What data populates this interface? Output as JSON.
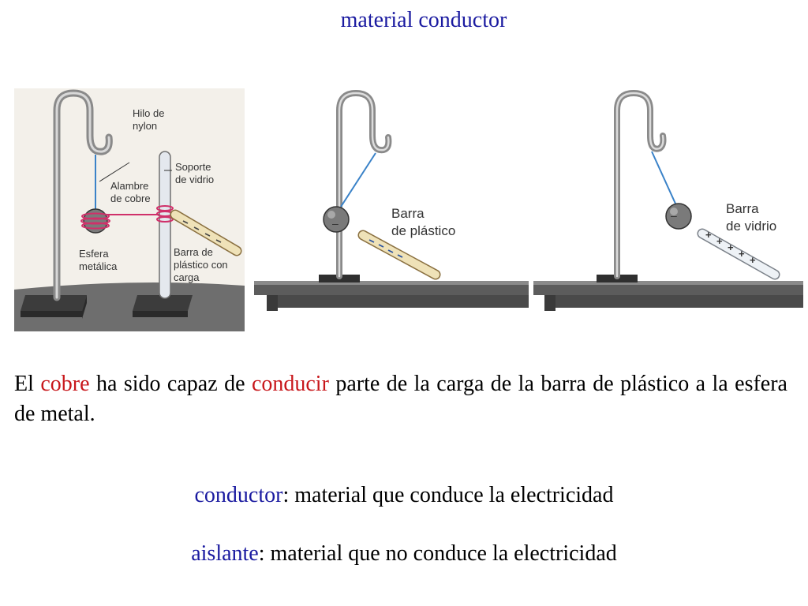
{
  "title": "material conductor",
  "colors": {
    "title": "#1a1aa0",
    "highlight": "#c8171b",
    "term": "#1a1aa0",
    "thread": "#3a82c8",
    "copper_wire": "#d0306a"
  },
  "figure1": {
    "labels": {
      "nylon_l1": "Hilo de",
      "nylon_l2": "nylon",
      "glass_support_l1": "Soporte",
      "glass_support_l2": "de vidrio",
      "copper_wire_l1": "Alambre",
      "copper_wire_l2": "de cobre",
      "sphere_l1": "Esfera",
      "sphere_l2": "metálica",
      "bar_l1": "Barra de",
      "bar_l2": "plástico con",
      "bar_l3": "carga"
    }
  },
  "figure2": {
    "labels": {
      "bar_l1": "Barra",
      "bar_l2": "de plástico"
    },
    "charge_sign": "–"
  },
  "figure3": {
    "labels": {
      "bar_l1": "Barra",
      "bar_l2": "de vidrio"
    },
    "charge_sign": "–",
    "bar_charge_sign": "+"
  },
  "paragraph": {
    "part1": "El ",
    "word1": "cobre",
    "part2": " ha sido capaz de ",
    "word2": "conducir",
    "part3": " parte de la carga de la barra de plástico a la esfera de metal."
  },
  "definitions": [
    {
      "term": "conductor",
      "text": ": material que conduce la electricidad"
    },
    {
      "term": "aislante",
      "text": ": material que no conduce la electricidad"
    }
  ]
}
